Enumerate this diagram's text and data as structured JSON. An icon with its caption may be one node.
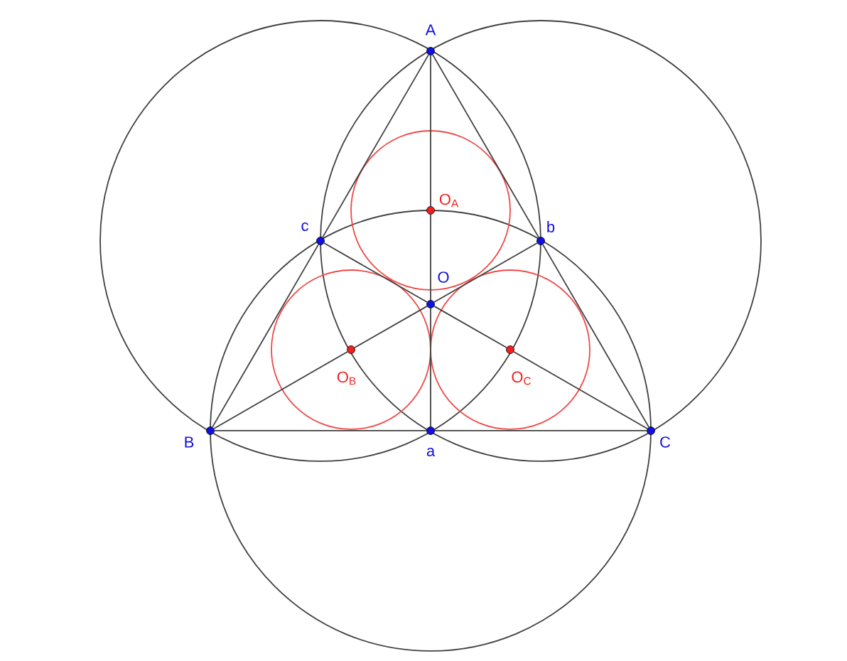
{
  "diagram": {
    "nodes": [
      {
        "text": [],
        "shape": "circle",
        "beside": [
          "A"
        ]
      },
      {
        "text": [],
        "shape": "circle",
        "beside": [
          "B"
        ]
      },
      {
        "text": [],
        "shape": "circle",
        "beside": [
          "C"
        ]
      },
      {
        "text": [],
        "shape": "circle",
        "beside": [
          "a"
        ]
      },
      {
        "text": [],
        "shape": "circle",
        "beside": [
          "b"
        ]
      },
      {
        "text": [],
        "shape": "circle",
        "beside": [
          "c"
        ]
      },
      {
        "text": [],
        "shape": "circle",
        "beside": [
          "O"
        ]
      },
      {
        "text": [],
        "shape": "circle",
        "beside": [
          "O$_{A}$"
        ]
      },
      {
        "text": [],
        "shape": "circle",
        "beside": [
          "O$_{B}$"
        ]
      },
      {
        "text": [],
        "shape": "circle",
        "beside": [
          "O$_{C}$"
        ]
      }
    ],
    "edges": [
      {
        "from": 0,
        "to": 5,
        "arrow": "none"
      },
      {
        "from": 5,
        "to": 1,
        "arrow": "none"
      },
      {
        "from": 1,
        "to": 3,
        "arrow": "none"
      },
      {
        "from": 3,
        "to": 2,
        "arrow": "none"
      },
      {
        "from": 2,
        "to": 4,
        "arrow": "none"
      },
      {
        "from": 4,
        "to": 0,
        "arrow": "none"
      },
      {
        "from": 0,
        "to": 7,
        "arrow": "none"
      },
      {
        "from": 7,
        "to": 6,
        "arrow": "none"
      },
      {
        "from": 6,
        "to": 3,
        "arrow": "none"
      },
      {
        "from": 1,
        "to": 8,
        "arrow": "none"
      },
      {
        "from": 8,
        "to": 6,
        "arrow": "none"
      },
      {
        "from": 6,
        "to": 4,
        "arrow": "none"
      },
      {
        "from": 2,
        "to": 9,
        "arrow": "none"
      },
      {
        "from": 9,
        "to": 6,
        "arrow": "none"
      },
      {
        "from": 6,
        "to": 5,
        "arrow": "none"
      }
    ]
  }
}
